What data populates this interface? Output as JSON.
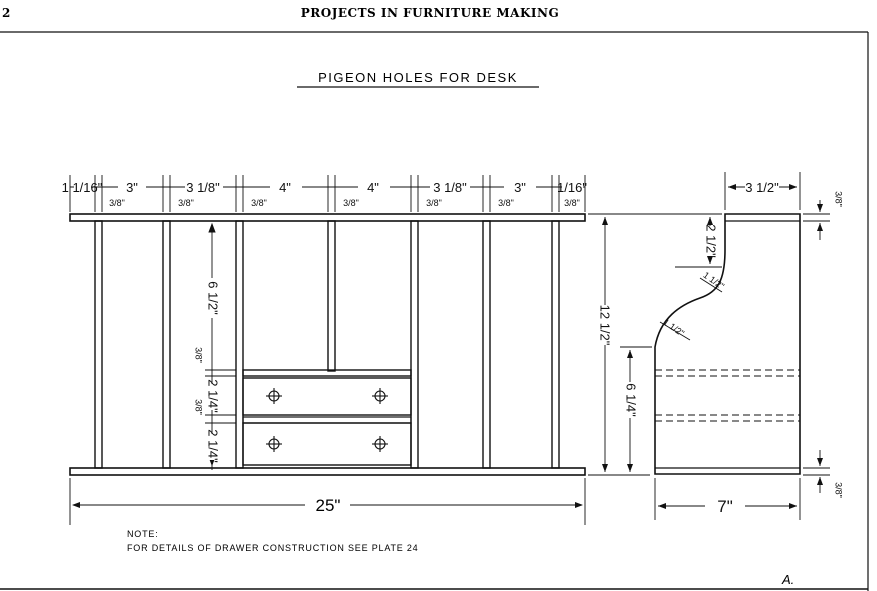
{
  "page": {
    "page_number": "2",
    "running_head": "PROJECTS IN FURNITURE MAKING",
    "plate_mark": "A."
  },
  "title": "PIGEON HOLES FOR DESK",
  "front_view": {
    "top_widths": [
      "1 1/16\"",
      "3\"",
      "3 1/8\"",
      "4\"",
      "4\"",
      "3 1/8\"",
      "3\"",
      "1/16\""
    ],
    "partition_thickness": "3/8\"",
    "overall_width": "25\"",
    "heights": [
      "6 1/2\"",
      "3/8\"",
      "2 1/4\"",
      "3/8\"",
      "2 1/4\""
    ]
  },
  "side_view": {
    "top_depth": "3 1/2\"",
    "bottom_depth": "7\"",
    "overall_height": "12 1/2\"",
    "lower_height": "6 1/4\"",
    "curve_top_drop": "2 1/2\"",
    "curve_radius_upper": "1 1/2\"",
    "curve_radius_lower": "1 1/2\"",
    "shelf_thickness_top": "3/8\"",
    "shelf_thickness_bottom": "3/8\""
  },
  "note": {
    "heading": "NOTE:",
    "text": "FOR DETAILS OF DRAWER CONSTRUCTION SEE PLATE 24"
  }
}
